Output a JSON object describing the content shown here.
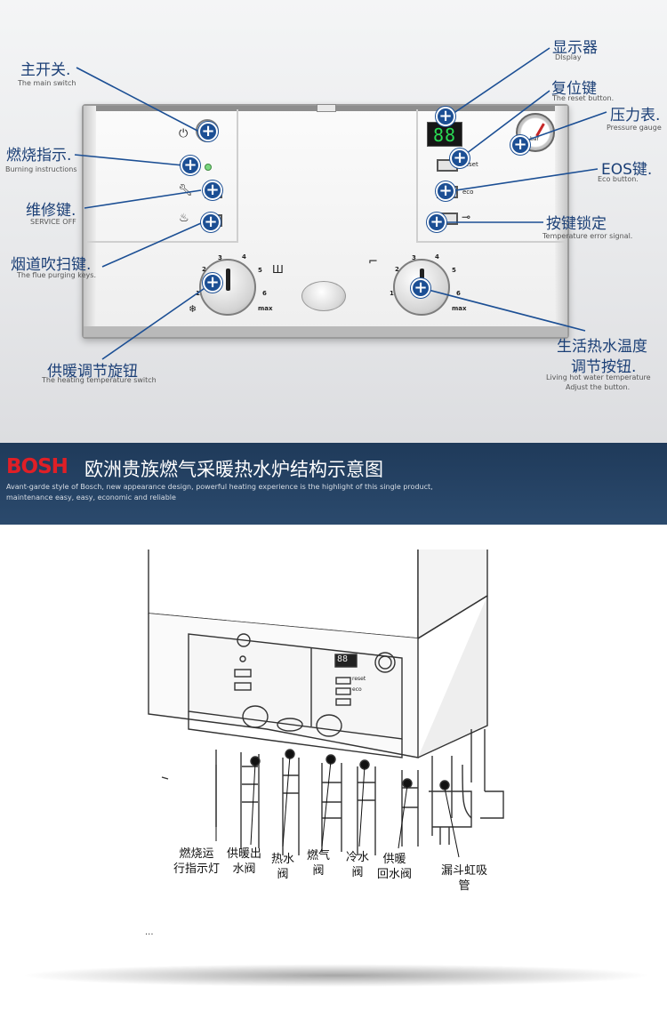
{
  "callouts": {
    "main_switch": {
      "zh": "主开关.",
      "en": "The main switch"
    },
    "burning": {
      "zh": "燃烧指示.",
      "en": "Burning instructions"
    },
    "service": {
      "zh": "维修键.",
      "en": "SERVICE OFF"
    },
    "flue": {
      "zh": "烟道吹扫键.",
      "en": "The flue purging keys."
    },
    "heating_knob": {
      "zh": "供暖调节旋钮",
      "en": "The heating temperature switch"
    },
    "display": {
      "zh": "显示器",
      "en": "DIsplay"
    },
    "reset": {
      "zh": "复位键",
      "en": "The reset button."
    },
    "pressure": {
      "zh": "压力表.",
      "en": "Pressure gauge"
    },
    "eos": {
      "zh": "EOS键.",
      "en": "Eco button."
    },
    "lock": {
      "zh": "按键锁定",
      "en": "Temperature error signal."
    },
    "dhw_knob": {
      "zh_line1": "生活热水温度",
      "zh_line2": "调节按钮.",
      "en_line1": "Living hot water temperature",
      "en_line2": "Adjust the button."
    }
  },
  "panel": {
    "display_value": "88",
    "reset_label": "reset",
    "eco_label": "eco",
    "gauge_label": "bar",
    "max_label": "max",
    "left_ticks": [
      "1",
      "2",
      "3",
      "4",
      "5",
      "6"
    ],
    "right_ticks": [
      "1",
      "2",
      "3",
      "4",
      "5",
      "6"
    ]
  },
  "banner": {
    "brand": "BOSH",
    "title": "欧洲贵族燃气采暖热水炉结构示意图",
    "subtitle_line1": "Avant-garde style of Bosch, new appearance design, powerful heating experience is the highlight of this single product,",
    "subtitle_line2": "maintenance easy, easy, economic and reliable"
  },
  "diagram": {
    "display_value": "88",
    "reset_label": "reset",
    "eco_label": "eco",
    "labels": {
      "indicator": [
        "燃烧运",
        "行指示灯"
      ],
      "heating_out": [
        "供暖出",
        "水阀"
      ],
      "hot_water": [
        "热水",
        "阀"
      ],
      "gas": [
        "燃气",
        "阀"
      ],
      "cold_water": [
        "冷水",
        "阀"
      ],
      "heating_return": [
        "供暖",
        "回水阀"
      ],
      "siphon": [
        "漏斗虹吸",
        "管"
      ]
    },
    "ellipsis": "..."
  },
  "colors": {
    "accent_blue": "#1c4f94",
    "banner_bg": "#24415f",
    "brand_red": "#e01f26",
    "led_green": "#2adb54"
  }
}
